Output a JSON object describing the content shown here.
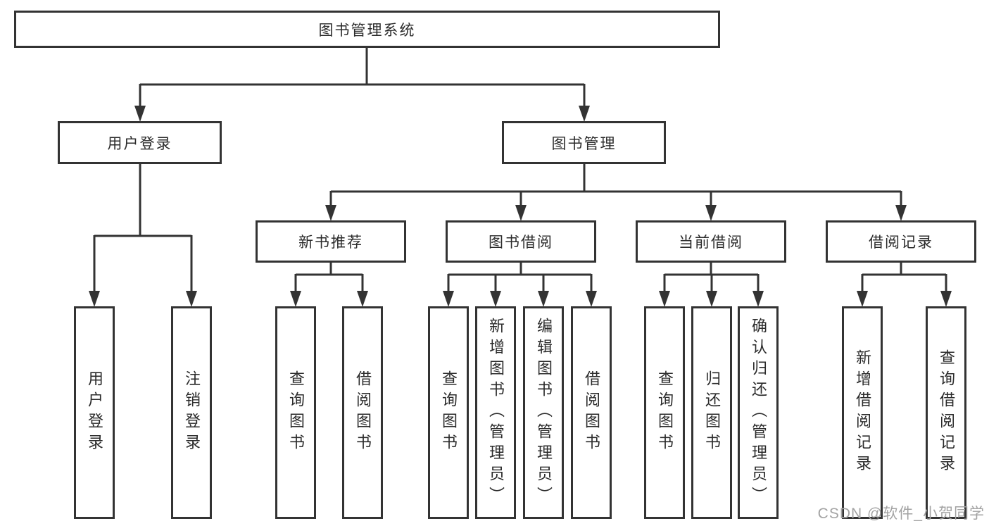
{
  "diagram": {
    "title_node": {
      "label": "图书管理系统"
    },
    "level2": [
      {
        "id": "user-login",
        "label": "用户登录"
      },
      {
        "id": "book-management",
        "label": "图书管理"
      }
    ],
    "level3": [
      {
        "id": "new-book-recommend",
        "parent": "图书管理",
        "label": "新书推荐"
      },
      {
        "id": "book-borrow",
        "parent": "图书管理",
        "label": "图书借阅"
      },
      {
        "id": "current-borrow",
        "parent": "图书管理",
        "label": "当前借阅"
      },
      {
        "id": "borrow-record",
        "parent": "图书管理",
        "label": "借阅记录"
      }
    ],
    "leaves": [
      {
        "parent": "用户登录",
        "label": "用户登录"
      },
      {
        "parent": "用户登录",
        "label": "注销登录"
      },
      {
        "parent": "新书推荐",
        "label": "查询图书"
      },
      {
        "parent": "新书推荐",
        "label": "借阅图书"
      },
      {
        "parent": "图书借阅",
        "label": "查询图书"
      },
      {
        "parent": "图书借阅",
        "label": "新增图书（管理员）"
      },
      {
        "parent": "图书借阅",
        "label": "编辑图书（管理员）"
      },
      {
        "parent": "图书借阅",
        "label": "借阅图书"
      },
      {
        "parent": "当前借阅",
        "label": "查询图书"
      },
      {
        "parent": "当前借阅",
        "label": "归还图书"
      },
      {
        "parent": "当前借阅",
        "label": "确认归还（管理员）"
      },
      {
        "parent": "借阅记录",
        "label": "新增借阅记录"
      },
      {
        "parent": "借阅记录",
        "label": "查询借阅记录"
      }
    ],
    "colors": {
      "line": "#333333",
      "box_border": "#333333",
      "text": "#2b2b2b",
      "background": "#ffffff"
    }
  },
  "watermark": {
    "text": "CSDN @软件_小贺同学",
    "color": "#a3a3a3"
  }
}
